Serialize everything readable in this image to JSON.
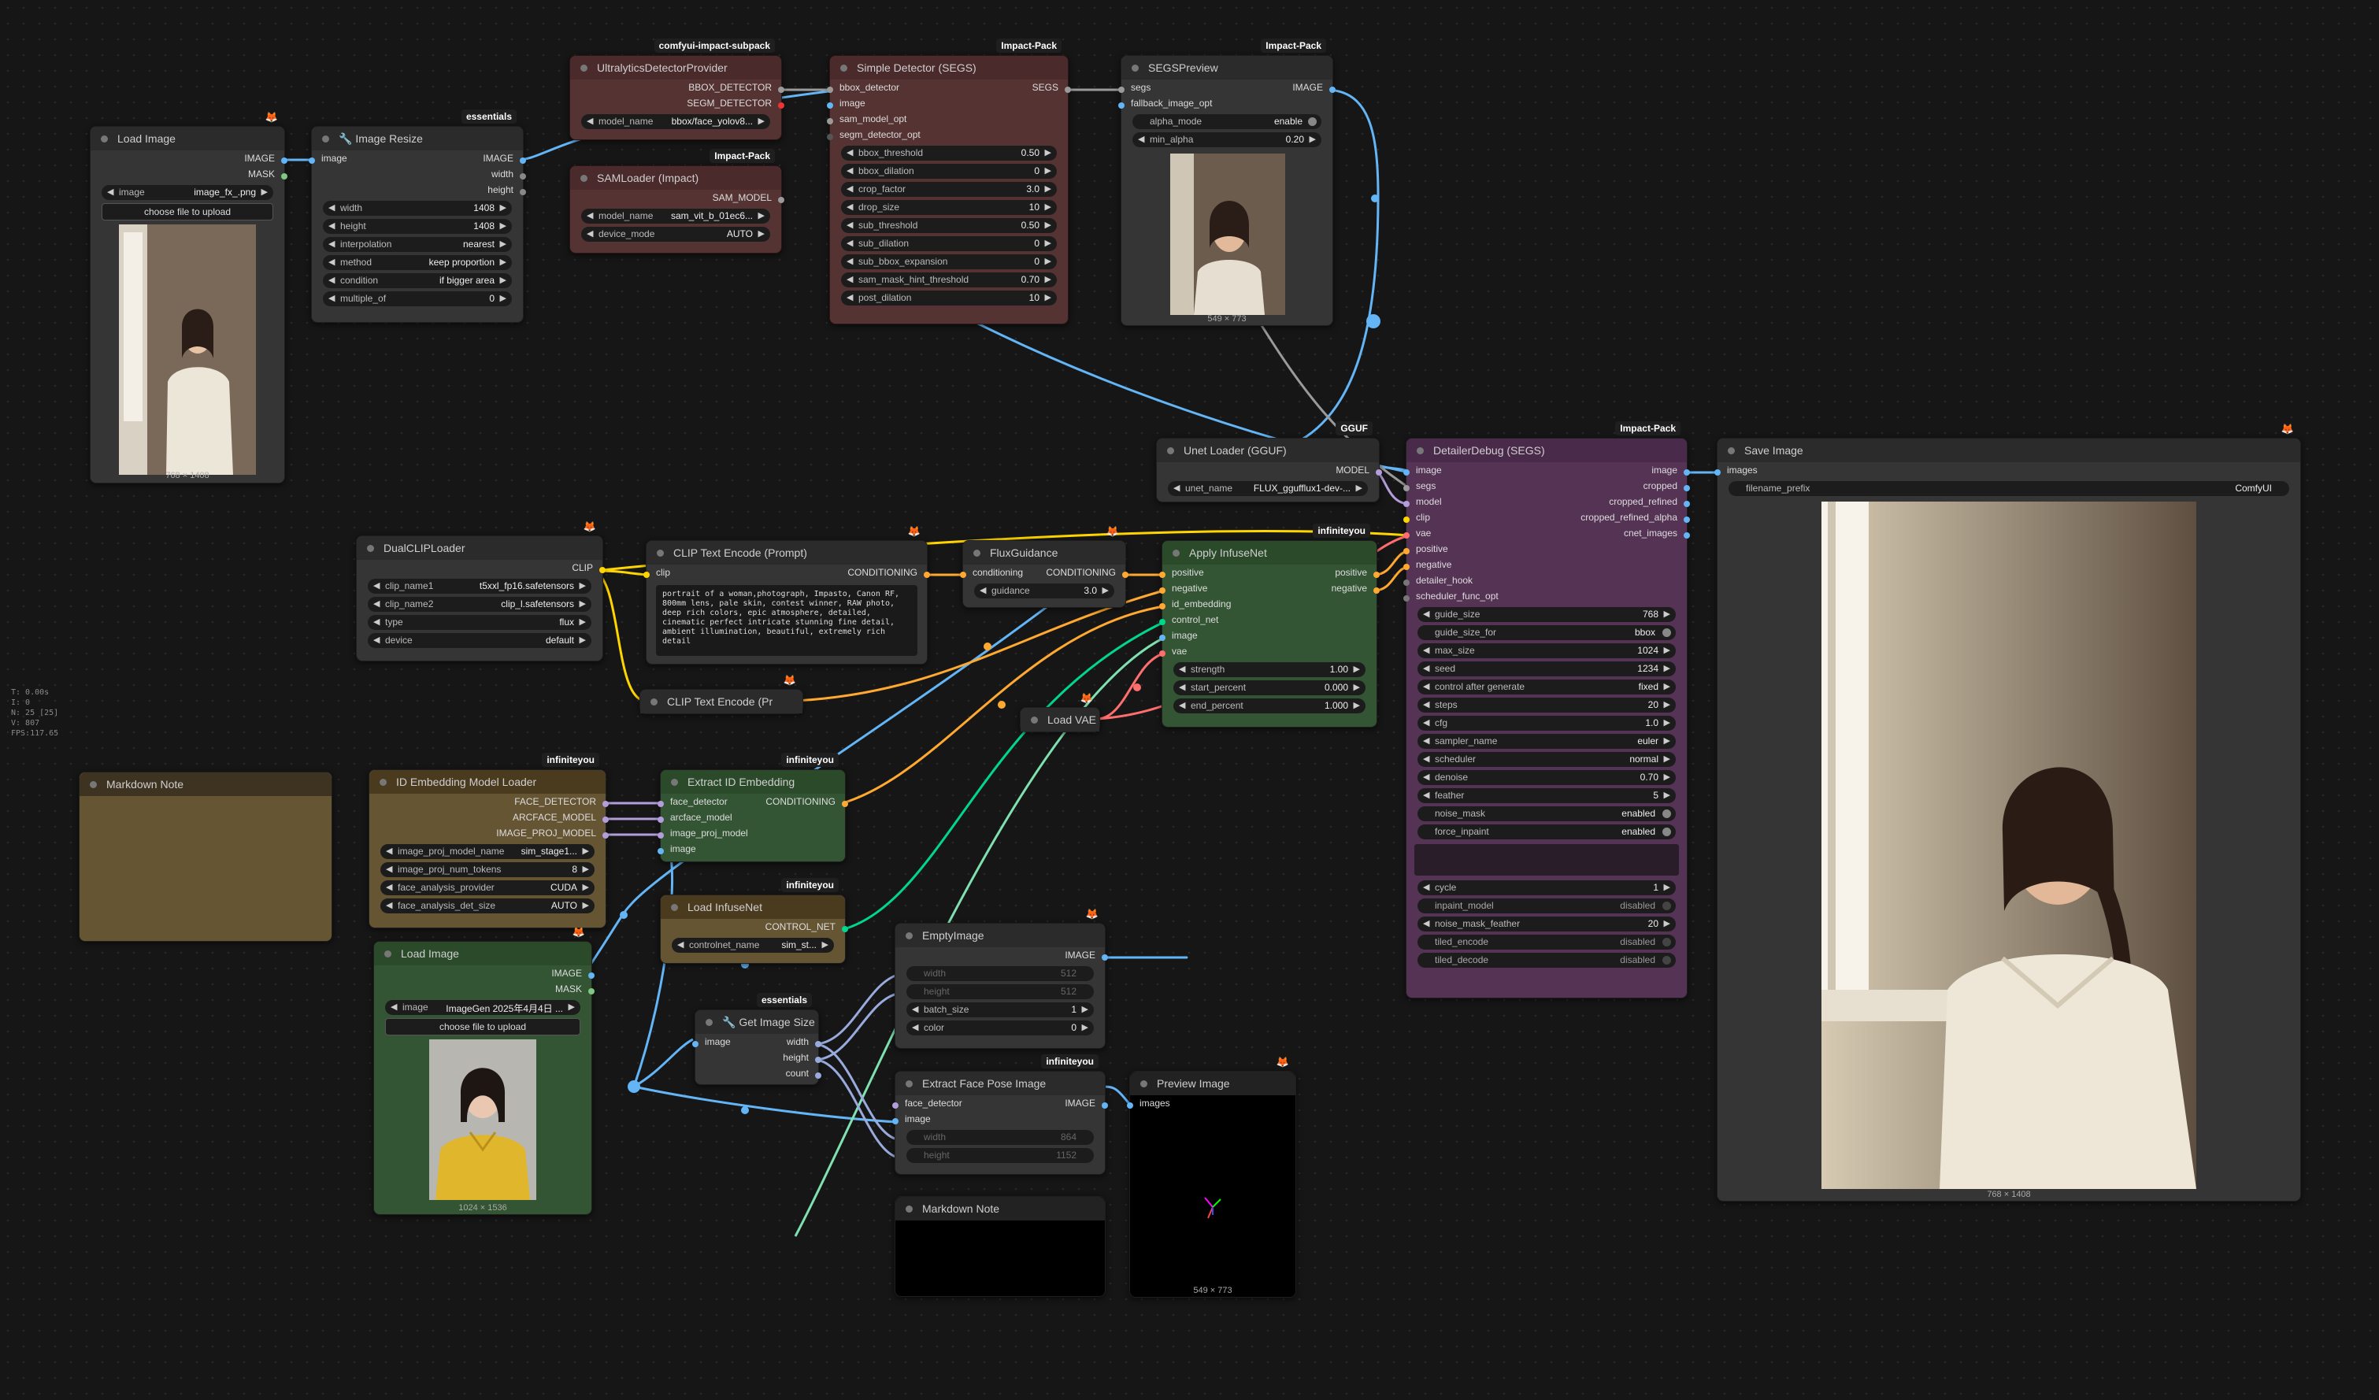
{
  "hud": [
    "T: 0.00s",
    "I: 0",
    "N: 25 [25]",
    "V: 807",
    "FPS:117.65"
  ],
  "colors": {
    "image": "#64b5f6",
    "mask": "#81c784",
    "model": "#b39ddb",
    "clip": "#ffd500",
    "conditioning": "#ffa931",
    "vae": "#ff6e6e",
    "control_net": "#00d78d",
    "segs": "#aaa",
    "accent_blue": "#64b5f6"
  },
  "nodes": {
    "load_image_1": {
      "title": "Load Image",
      "out_image": "IMAGE",
      "out_mask": "MASK",
      "w_image_label": "image",
      "w_image_value": "image_fx_.png",
      "upload": "choose file to upload",
      "size": "768 × 1408"
    },
    "image_resize": {
      "badge": "essentials",
      "title": "🔧 Image Resize",
      "in_image": "image",
      "out_image": "IMAGE",
      "out_width": "width",
      "out_height": "height",
      "widgets": [
        [
          "width",
          "1408"
        ],
        [
          "height",
          "1408"
        ],
        [
          "interpolation",
          "nearest"
        ],
        [
          "method",
          "keep proportion"
        ],
        [
          "condition",
          "if bigger area"
        ],
        [
          "multiple_of",
          "0"
        ]
      ]
    },
    "ultralytics": {
      "badge": "comfyui-impact-subpack",
      "title": "UltralyticsDetectorProvider",
      "out_bbox": "BBOX_DETECTOR",
      "out_segm": "SEGM_DETECTOR",
      "w_label": "model_name",
      "w_value": "bbox/face_yolov8..."
    },
    "samloader": {
      "badge": "Impact-Pack",
      "title": "SAMLoader (Impact)",
      "out": "SAM_MODEL",
      "w1_label": "model_name",
      "w1_value": "sam_vit_b_01ec6...",
      "w2_label": "device_mode",
      "w2_value": "AUTO"
    },
    "simple_detector": {
      "badge": "Impact-Pack",
      "title": "Simple Detector (SEGS)",
      "inputs": [
        "bbox_detector",
        "image",
        "sam_model_opt",
        "segm_detector_opt"
      ],
      "out": "SEGS",
      "widgets": [
        [
          "bbox_threshold",
          "0.50"
        ],
        [
          "bbox_dilation",
          "0"
        ],
        [
          "crop_factor",
          "3.0"
        ],
        [
          "drop_size",
          "10"
        ],
        [
          "sub_threshold",
          "0.50"
        ],
        [
          "sub_dilation",
          "0"
        ],
        [
          "sub_bbox_expansion",
          "0"
        ],
        [
          "sam_mask_hint_threshold",
          "0.70"
        ],
        [
          "post_dilation",
          "10"
        ]
      ]
    },
    "segs_preview": {
      "badge": "Impact-Pack",
      "title": "SEGSPreview",
      "in_segs": "segs",
      "in_fallback": "fallback_image_opt",
      "out": "IMAGE",
      "w1_label": "alpha_mode",
      "w1_value": "enable",
      "w2_label": "min_alpha",
      "w2_value": "0.20",
      "size": "549 × 773"
    },
    "unet_loader": {
      "badge": "GGUF",
      "title": "Unet Loader (GGUF)",
      "out": "MODEL",
      "w_label": "unet_name",
      "w_value": "FLUX_ggufflux1-dev-..."
    },
    "detailer": {
      "badge": "Impact-Pack",
      "title": "DetailerDebug (SEGS)",
      "inputs": [
        "image",
        "segs",
        "model",
        "clip",
        "vae",
        "positive",
        "negative",
        "detailer_hook",
        "scheduler_func_opt"
      ],
      "outputs": [
        "image",
        "cropped",
        "cropped_refined",
        "cropped_refined_alpha",
        "cnet_images"
      ],
      "widgets": [
        [
          "guide_size",
          "768"
        ],
        [
          "guide_size_for",
          "bbox"
        ],
        [
          "max_size",
          "1024"
        ],
        [
          "seed",
          "1234"
        ],
        [
          "control after generate",
          "fixed"
        ],
        [
          "steps",
          "20"
        ],
        [
          "cfg",
          "1.0"
        ],
        [
          "sampler_name",
          "euler"
        ],
        [
          "scheduler",
          "normal"
        ],
        [
          "denoise",
          "0.70"
        ],
        [
          "feather",
          "5"
        ],
        [
          "noise_mask",
          "enabled"
        ],
        [
          "force_inpaint",
          "enabled"
        ]
      ],
      "widgets2": [
        [
          "cycle",
          "1"
        ],
        [
          "inpaint_model",
          "disabled"
        ],
        [
          "noise_mask_feather",
          "20"
        ],
        [
          "tiled_encode",
          "disabled"
        ],
        [
          "tiled_decode",
          "disabled"
        ]
      ]
    },
    "save_image": {
      "title": "Save Image",
      "in": "images",
      "w_label": "filename_prefix",
      "w_value": "ComfyUI",
      "size": "768 × 1408"
    },
    "dualclip": {
      "title": "DualCLIPLoader",
      "out": "CLIP",
      "widgets": [
        [
          "clip_name1",
          "t5xxl_fp16.safetensors"
        ],
        [
          "clip_name2",
          "clip_l.safetensors"
        ],
        [
          "type",
          "flux"
        ],
        [
          "device",
          "default"
        ]
      ]
    },
    "clip_text": {
      "title": "CLIP Text Encode (Prompt)",
      "in": "clip",
      "out": "CONDITIONING",
      "text": "portrait of a woman,photograph, Impasto, Canon RF, 800mm lens, pale skin, contest winner, RAW photo, deep rich colors, epic atmosphere, detailed, cinematic perfect intricate stunning fine detail, ambient illumination, beautiful, extremely rich detail"
    },
    "clip_text2": {
      "title": "CLIP Text Encode (Pr"
    },
    "flux_guidance": {
      "title": "FluxGuidance",
      "in": "conditioning",
      "out": "CONDITIONING",
      "w_label": "guidance",
      "w_value": "3.0"
    },
    "apply_infuse": {
      "badge": "infiniteyou",
      "title": "Apply InfuseNet",
      "inputs": [
        "positive",
        "negative",
        "id_embedding",
        "control_net",
        "image",
        "vae"
      ],
      "outputs": [
        "positive",
        "negative"
      ],
      "widgets": [
        [
          "strength",
          "1.00"
        ],
        [
          "start_percent",
          "0.000"
        ],
        [
          "end_percent",
          "1.000"
        ]
      ]
    },
    "load_vae": {
      "title": "Load VAE"
    },
    "markdown1": {
      "title": "Markdown Note"
    },
    "id_loader": {
      "badge": "infiniteyou",
      "title": "ID Embedding Model Loader",
      "outputs": [
        "FACE_DETECTOR",
        "ARCFACE_MODEL",
        "IMAGE_PROJ_MODEL"
      ],
      "widgets": [
        [
          "image_proj_model_name",
          "sim_stage1..."
        ],
        [
          "image_proj_num_tokens",
          "8"
        ],
        [
          "face_analysis_provider",
          "CUDA"
        ],
        [
          "face_analysis_det_size",
          "AUTO"
        ]
      ]
    },
    "extract_id": {
      "badge": "infiniteyou",
      "title": "Extract ID Embedding",
      "inputs": [
        "face_detector",
        "arcface_model",
        "image_proj_model",
        "image"
      ],
      "out": "CONDITIONING"
    },
    "load_infuse": {
      "badge": "infiniteyou",
      "title": "Load InfuseNet",
      "out": "CONTROL_NET",
      "w_label": "controlnet_name",
      "w_value": "sim_st..."
    },
    "load_image_2": {
      "title": "Load Image",
      "out_image": "IMAGE",
      "out_mask": "MASK",
      "w_image_label": "image",
      "w_image_value": "ImageGen 2025年4月4日 ...",
      "upload": "choose file to upload",
      "size": "1024 × 1536"
    },
    "get_image_size": {
      "badge": "essentials",
      "title": "🔧 Get Image Size",
      "in": "image",
      "outputs": [
        "width",
        "height",
        "count"
      ]
    },
    "empty_image": {
      "title": "EmptyImage",
      "out": "IMAGE",
      "widgets": [
        [
          "width",
          "512"
        ],
        [
          "height",
          "512"
        ],
        [
          "batch_size",
          "1"
        ],
        [
          "color",
          "0"
        ]
      ]
    },
    "face_pose": {
      "badge": "infiniteyou",
      "title": "Extract Face Pose Image",
      "inputs": [
        "face_detector",
        "image",
        "width",
        "height"
      ],
      "w_width": "864",
      "w_height": "1152",
      "out": "IMAGE"
    },
    "markdown2": {
      "title": "Markdown Note"
    },
    "preview": {
      "title": "Preview Image",
      "in": "images",
      "size": "549 × 773"
    }
  }
}
